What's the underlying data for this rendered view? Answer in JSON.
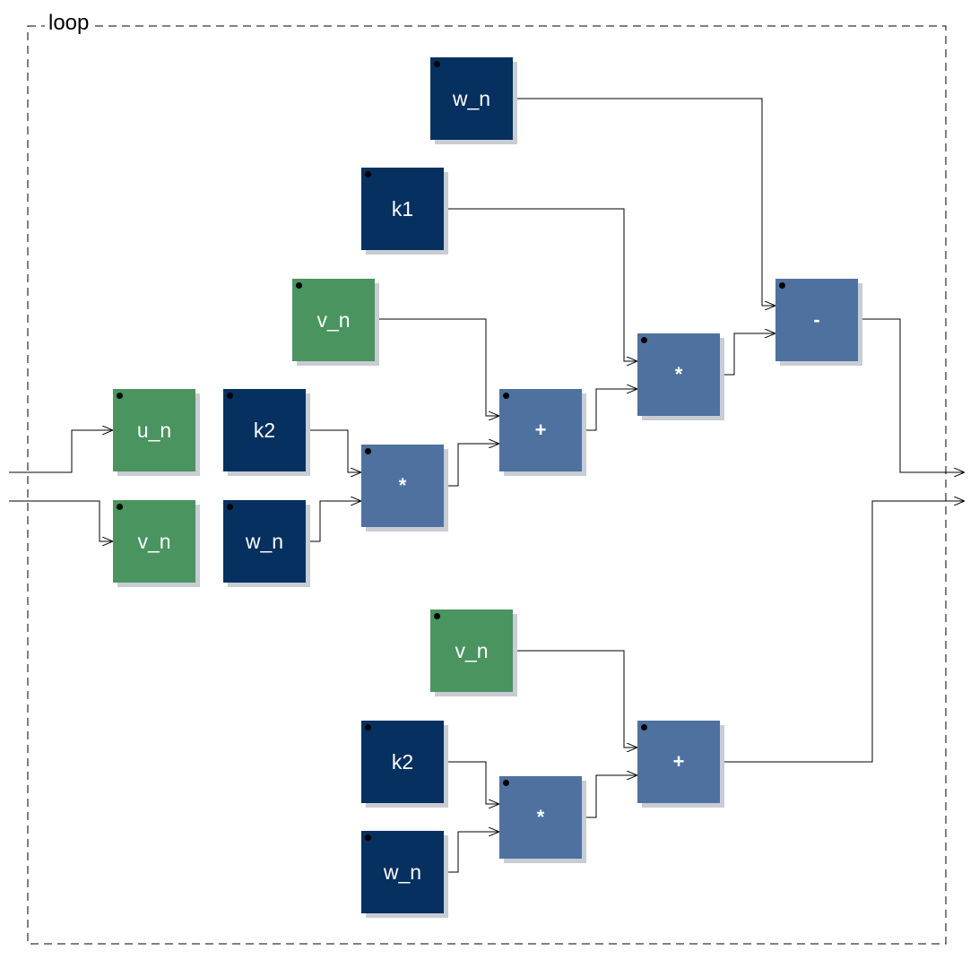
{
  "group": {
    "label": "loop"
  },
  "colors": {
    "input": "#4a9460",
    "param": "#05305f",
    "op": "#4e71a0",
    "wire": "#000000"
  },
  "blocks": {
    "u_n_in": {
      "label": "u_n",
      "kind": "input"
    },
    "v_n_in": {
      "label": "v_n",
      "kind": "input"
    },
    "k2_a": {
      "label": "k2",
      "kind": "param"
    },
    "w_n_a": {
      "label": "w_n",
      "kind": "param"
    },
    "mul_a": {
      "label": "*",
      "kind": "op"
    },
    "v_n_a": {
      "label": "v_n",
      "kind": "input"
    },
    "add_a": {
      "label": "+",
      "kind": "op"
    },
    "k1": {
      "label": "k1",
      "kind": "param"
    },
    "mul_b": {
      "label": "*",
      "kind": "op"
    },
    "w_n_b": {
      "label": "w_n",
      "kind": "param"
    },
    "sub": {
      "label": "-",
      "kind": "op"
    },
    "v_n_b": {
      "label": "v_n",
      "kind": "input"
    },
    "k2_b": {
      "label": "k2",
      "kind": "param"
    },
    "w_n_c": {
      "label": "w_n",
      "kind": "param"
    },
    "mul_c": {
      "label": "*",
      "kind": "op"
    },
    "add_b": {
      "label": "+",
      "kind": "op"
    }
  }
}
